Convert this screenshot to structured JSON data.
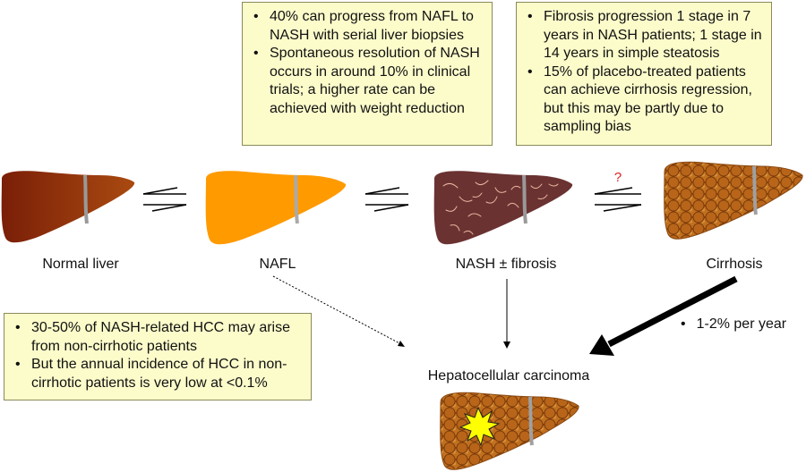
{
  "boxes": {
    "nafl_to_nash": {
      "items": [
        "40% can progress from NAFL to NASH with serial liver biopsies",
        "Spontaneous resolution of NASH occurs in around 10% in clinical trials; a higher rate can be achieved with weight reduction"
      ]
    },
    "fibrosis": {
      "items": [
        "Fibrosis progression 1 stage in 7 years in NASH patients; 1 stage in 14 years in simple steatosis",
        "15% of placebo-treated patients can achieve cirrhosis regression, but this may be partly due to sampling bias"
      ]
    },
    "hcc_noncirrhotic": {
      "items": [
        "30-50% of NASH-related HCC may arise from non-cirrhotic patients",
        "But the annual incidence of HCC in non-cirrhotic patients is very low at <0.1%"
      ]
    }
  },
  "stages": {
    "normal": "Normal liver",
    "nafl": "NAFL",
    "nash": "NASH ± fibrosis",
    "cirrhosis": "Cirrhosis",
    "hcc": "Hepatocellular carcinoma"
  },
  "cirrhosis_rate": "1-2% per year",
  "uncertain_mark": "?",
  "colors": {
    "box_fill": "#FCFCCB",
    "normal_liver": "#8B2A0A",
    "nafl_liver": "#FF9A00",
    "nash_liver": "#6B3030",
    "cirrhosis_liver": "#B8651A",
    "question_mark": "#E02020",
    "tumor": "#FFFF00"
  }
}
